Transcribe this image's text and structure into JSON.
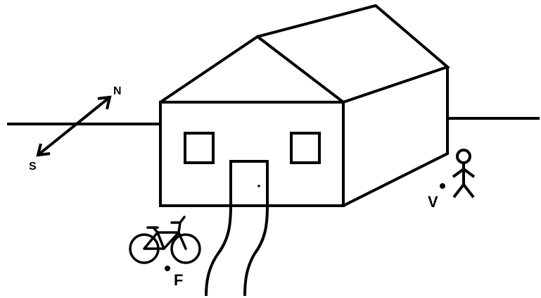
{
  "compass": {
    "north_label": "N",
    "south_label": "S"
  },
  "points": {
    "v_label": "V",
    "f_label": "F"
  },
  "colors": {
    "ink": "#000000",
    "background": "#ffffff"
  }
}
